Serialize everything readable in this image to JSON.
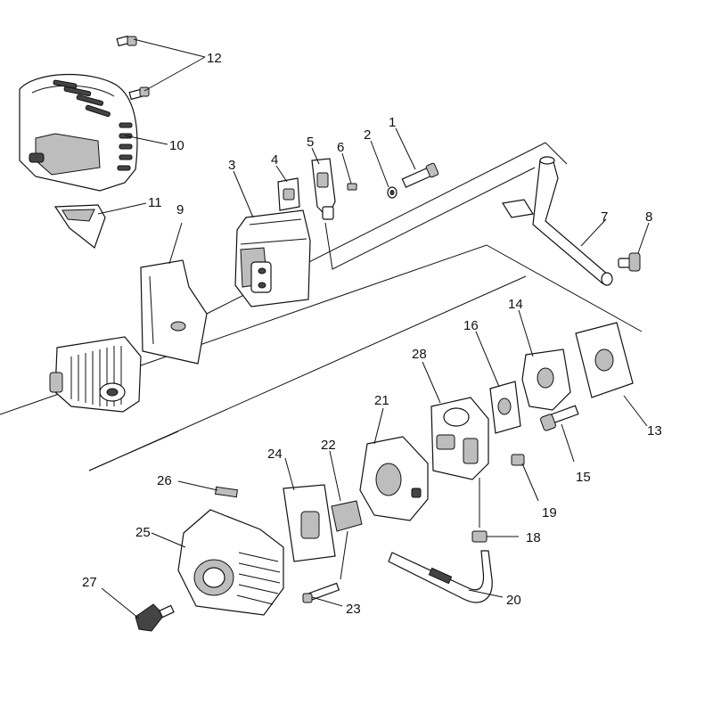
{
  "diagram": {
    "callouts": [
      {
        "id": "c1",
        "text": "1"
      },
      {
        "id": "c2",
        "text": "2"
      },
      {
        "id": "c3",
        "text": "3"
      },
      {
        "id": "c4",
        "text": "4"
      },
      {
        "id": "c5",
        "text": "5"
      },
      {
        "id": "c6",
        "text": "6"
      },
      {
        "id": "c7",
        "text": "7"
      },
      {
        "id": "c8",
        "text": "8"
      },
      {
        "id": "c9",
        "text": "9"
      },
      {
        "id": "c10",
        "text": "10"
      },
      {
        "id": "c11",
        "text": "11"
      },
      {
        "id": "c12",
        "text": "12"
      },
      {
        "id": "c13",
        "text": "13"
      },
      {
        "id": "c14",
        "text": "14"
      },
      {
        "id": "c15",
        "text": "15"
      },
      {
        "id": "c16",
        "text": "16"
      },
      {
        "id": "c18",
        "text": "18"
      },
      {
        "id": "c19",
        "text": "19"
      },
      {
        "id": "c20",
        "text": "20"
      },
      {
        "id": "c21",
        "text": "21"
      },
      {
        "id": "c22",
        "text": "22"
      },
      {
        "id": "c23",
        "text": "23"
      },
      {
        "id": "c24",
        "text": "24"
      },
      {
        "id": "c25",
        "text": "25"
      },
      {
        "id": "c26",
        "text": "26"
      },
      {
        "id": "c27",
        "text": "27"
      },
      {
        "id": "c28",
        "text": "28"
      }
    ]
  }
}
